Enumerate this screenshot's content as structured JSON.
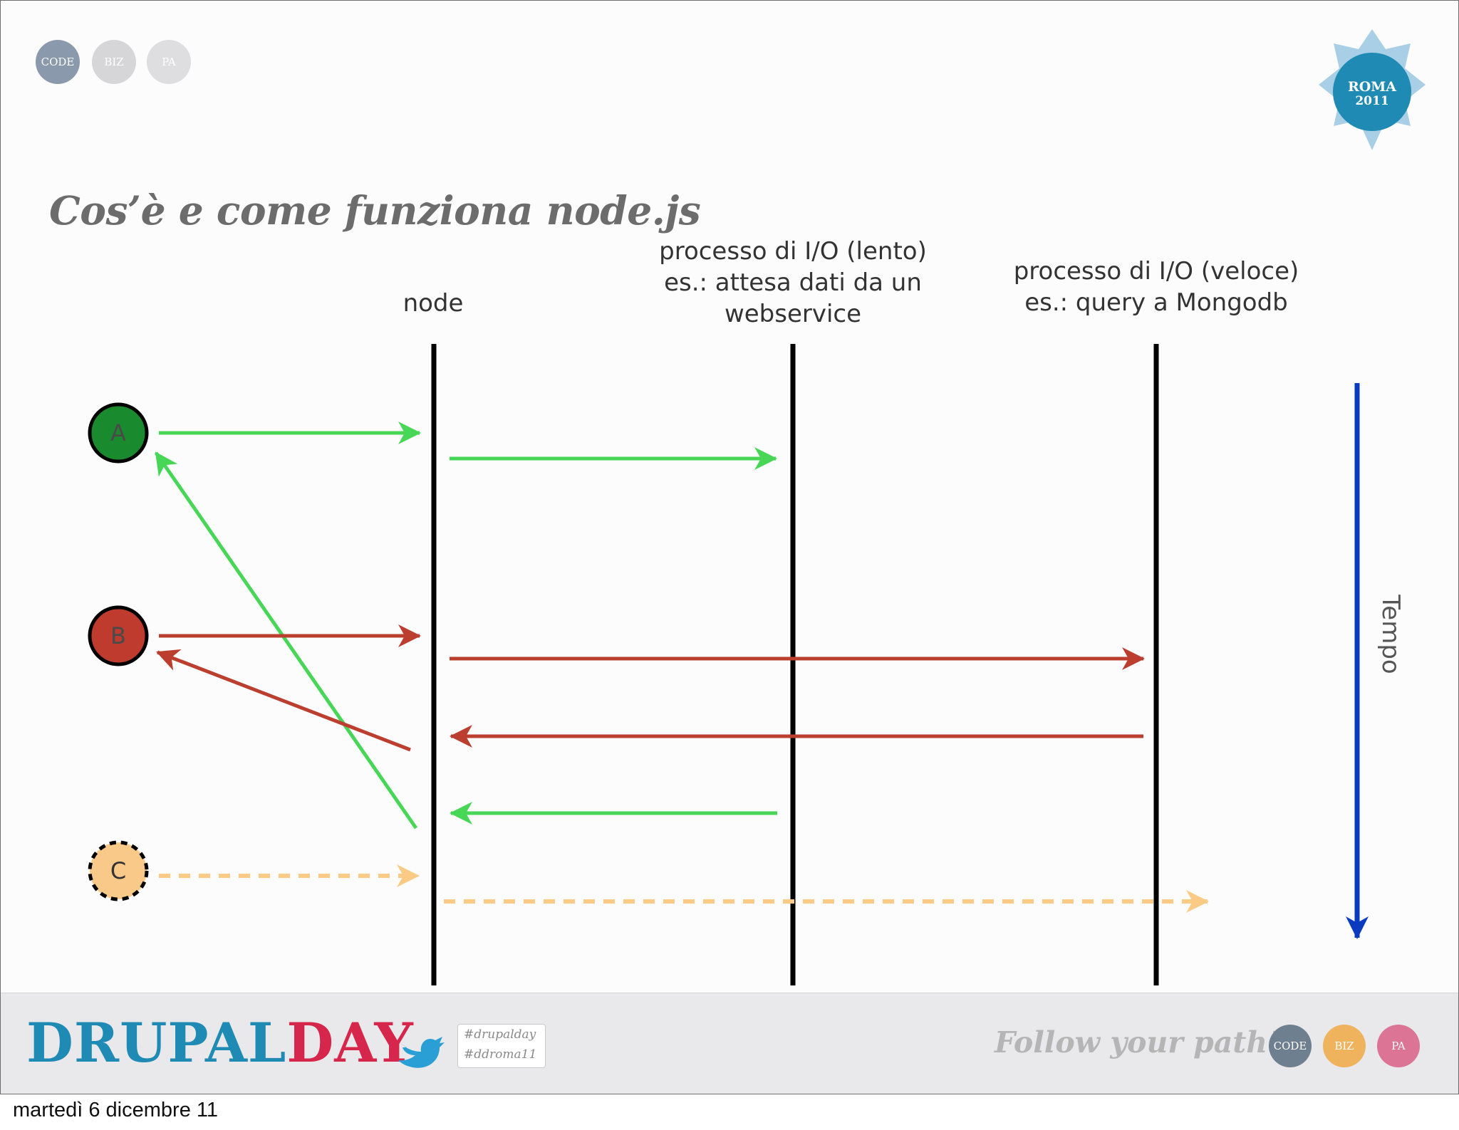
{
  "slide": {
    "title": "Cos’è e come funziona node.js",
    "header_badges": [
      "CODE",
      "BIZ",
      "PA"
    ],
    "logo_text": [
      "ROMA",
      "2011"
    ]
  },
  "diagram": {
    "lanes": {
      "node": "node",
      "slow_io": [
        "processo di I/O (lento)",
        "es.: attesa dati da un",
        "webservice"
      ],
      "fast_io": [
        "processo di I/O (veloce)",
        "es.: query a Mongodb"
      ]
    },
    "clients": [
      {
        "label": "A",
        "color": "#1a8a2e"
      },
      {
        "label": "B",
        "color": "#bf3b2e"
      },
      {
        "label": "C",
        "color": "#f9c98a"
      }
    ],
    "time_axis_label": "Tempo",
    "colors": {
      "green": "#47d655",
      "red": "#bb3e2f",
      "orange": "#fbcb86",
      "blue": "#0a3bbf",
      "lane": "#000000"
    }
  },
  "footer": {
    "brand_part1": "DRUPAL",
    "brand_part2": "DAY",
    "hashtags": [
      "#drupalday",
      "#ddroma11"
    ],
    "tagline": "Follow your path!",
    "badges": [
      "CODE",
      "BIZ",
      "PA"
    ]
  },
  "date_caption": "martedì 6 dicembre 11"
}
